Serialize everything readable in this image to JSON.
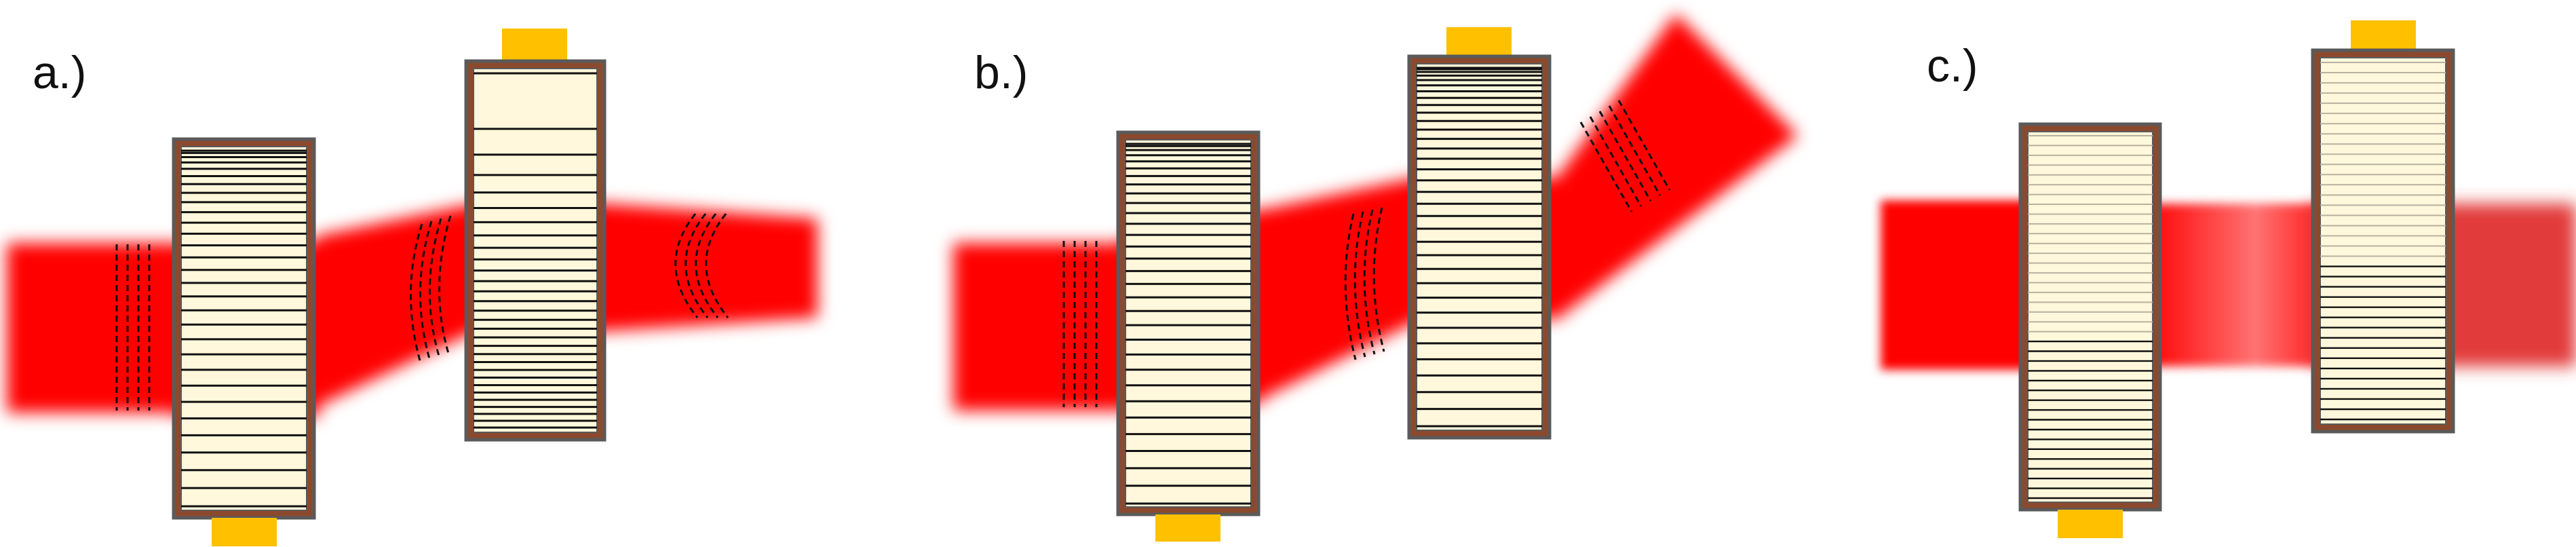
{
  "panels": [
    {
      "label": "a.)"
    },
    {
      "label": "b.)"
    },
    {
      "label": "c.)"
    }
  ],
  "colors": {
    "beam": "#ff0000",
    "beam_dim": "#e23a3a",
    "slab_fill": "#fff8dc",
    "slab_frame": "#8b4a2e",
    "slab_outline": "#5a5a5a",
    "electrode": "#ffc000",
    "line_dark": "#111111",
    "line_light": "#b9b0a0",
    "wavefront": "#111111"
  }
}
